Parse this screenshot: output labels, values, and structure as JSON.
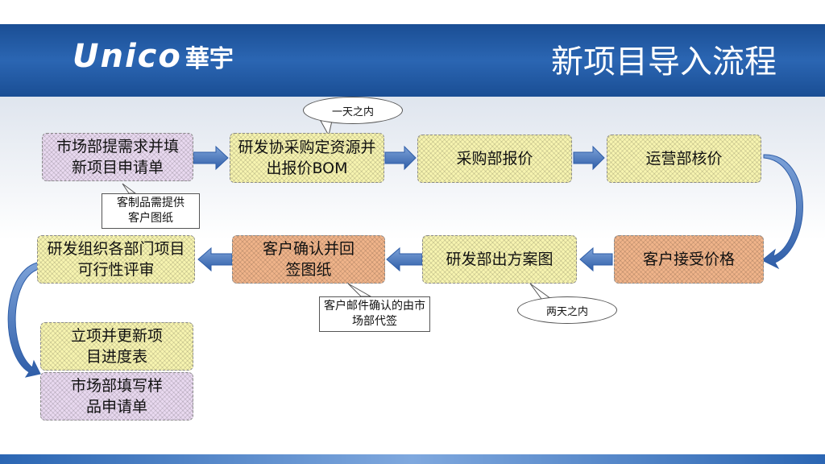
{
  "header": {
    "logo_latin": "Unico",
    "logo_cn": "華宇",
    "title": "新项目导入流程"
  },
  "steps": {
    "market_request": "市场部提需求并填新项目申请单",
    "rd_source_bom": "研发协采购定资源并出报价BOM",
    "purchasing_quote": "采购部报价",
    "operations_price": "运营部核价",
    "customer_accept": "客户接受价格",
    "rd_drawing": "研发部出方案图",
    "customer_confirm": "客户确认并回签图纸",
    "rd_feasibility": "研发组织各部门项目可行性评审",
    "project_schedule": "立项并更新项目进度表",
    "sample_request": "市场部填写样品申请单"
  },
  "notes": {
    "custom_drawings": "客制品需提供客户图纸",
    "email_confirm": "客户邮件确认的由市场部代签"
  },
  "bubbles": {
    "one_day": "一天之内",
    "two_days": "两天之内"
  },
  "colors": {
    "header_blue": "#1f57a0",
    "arrow_blue": "#3f6db3",
    "box_yellow": "#f7f4b0",
    "box_purple": "#e9d9f0",
    "box_orange": "#f0b48a"
  }
}
